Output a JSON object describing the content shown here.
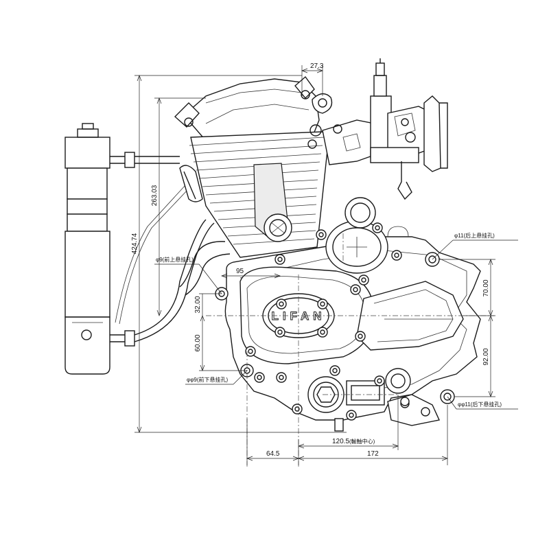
{
  "brand_logo": "LIFAN",
  "dimensions": {
    "top_offset": "27.3",
    "total_height": "424.74",
    "cylinder_height": "263.03",
    "width_95": "95",
    "left_64_5": "64.5",
    "right_172": "172",
    "center_120_5": "120.5",
    "center_120_5_note": "(輸軸中心)",
    "right_70": "70.00",
    "right_92": "92.00",
    "left_32": "32.00",
    "left_60": "60.00"
  },
  "callouts": {
    "rear_upper_hole": "φ11(后上悬挂孔)",
    "front_upper_hole": "φ9(前上悬挂孔)",
    "front_lower_hole": "φφ9(前下悬挂孔)",
    "rear_lower_hole": "φφ11(后下悬挂孔)"
  },
  "line_color": "#1a1a1a",
  "background_color": "#ffffff"
}
